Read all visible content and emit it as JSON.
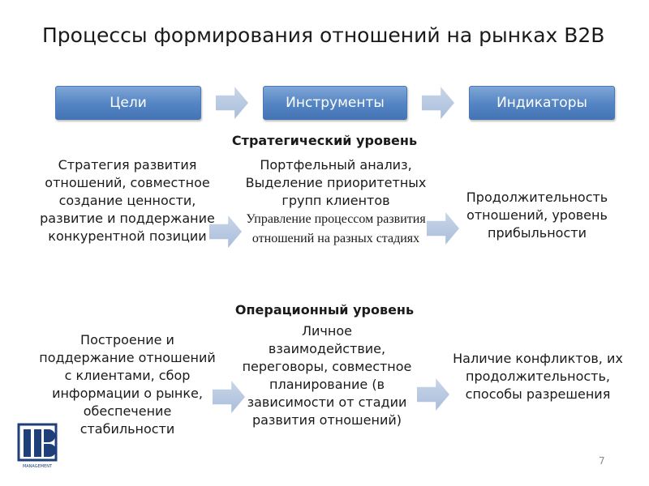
{
  "slide": {
    "title": "Процессы формирования отношений на рынках B2B",
    "page_number": "7"
  },
  "headers": {
    "goals": "Цели",
    "tools": "Инструменты",
    "indicators": "Индикаторы"
  },
  "strategic": {
    "label": "Стратегический  уровень",
    "goals": "Стратегия развития отношений, совместное создание ценности, развитие и поддержание конкурентной позиции",
    "tools_main": "Портфельный анализ, Выделение приоритетных групп клиентов",
    "tools_serif": "Управление процессом развития отношений на разных стадиях",
    "indicators": "Продолжительность отношений, уровень прибыльности"
  },
  "operational": {
    "label": "Операционный  уровень",
    "goals": "Построение  и поддержание отношений с клиентами, сбор информации о рынке, обеспечение стабильности",
    "tools": "Личное взаимодействие, переговоры, совместное планирование (в зависимости от стадии развития отношений)",
    "indicators": "Наличие конфликтов, их продолжительность, способы разрешения"
  },
  "logo": {
    "caption": "MANAGEMENT"
  },
  "colors": {
    "header_fill": "#5384c3",
    "arrow_fill": "#b8c9e1",
    "text": "#1a1a1a"
  }
}
